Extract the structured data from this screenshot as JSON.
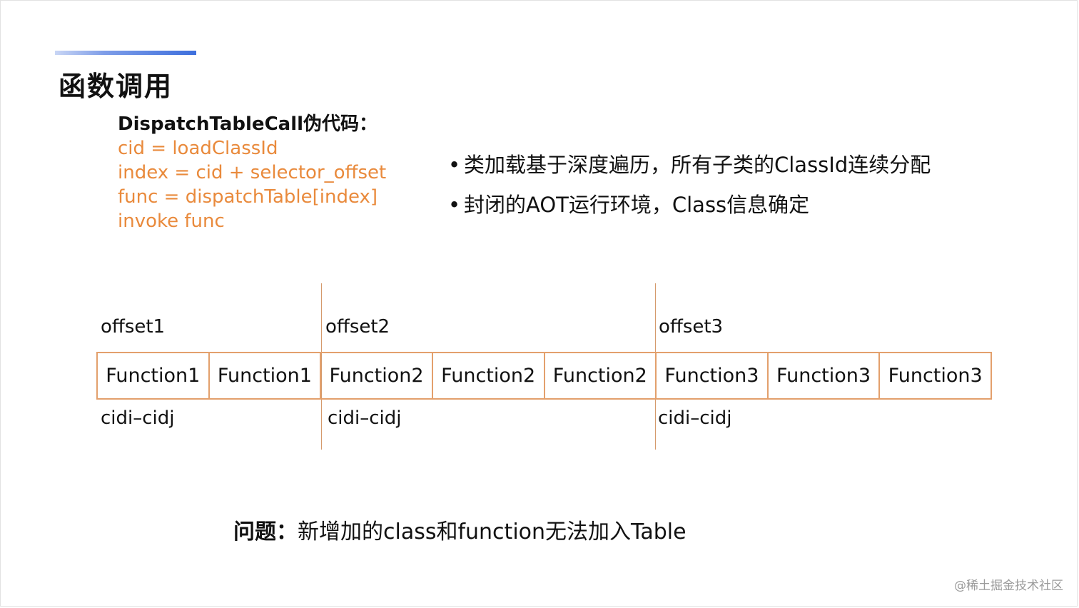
{
  "slide": {
    "title": "函数调用",
    "code": {
      "heading": "DispatchTableCall伪代码：",
      "lines": [
        "cid = loadClassId",
        "index = cid + selector_offset",
        "func = dispatchTable[index]",
        "invoke func"
      ]
    },
    "bullets": [
      "类加载基于深度遍历，所有子类的ClassId连续分配",
      "封闭的AOT运行环境，Class信息确定"
    ],
    "table": {
      "offsets": [
        "offset1",
        "offset2",
        "offset3"
      ],
      "cells": [
        "Function1",
        "Function1",
        "Function2",
        "Function2",
        "Function2",
        "Function3",
        "Function3",
        "Function3"
      ],
      "ranges": [
        "cidi–cidj",
        "cidi–cidj",
        "cidi–cidj"
      ]
    },
    "question": {
      "label": "问题：",
      "text": "新增加的class和function无法加入Table"
    },
    "watermark": "@稀土掘金技术社区"
  },
  "colors": {
    "accent_gradient_end": "#3d6fdd",
    "code_orange": "#e98a3c",
    "table_border": "#e3a06c"
  }
}
